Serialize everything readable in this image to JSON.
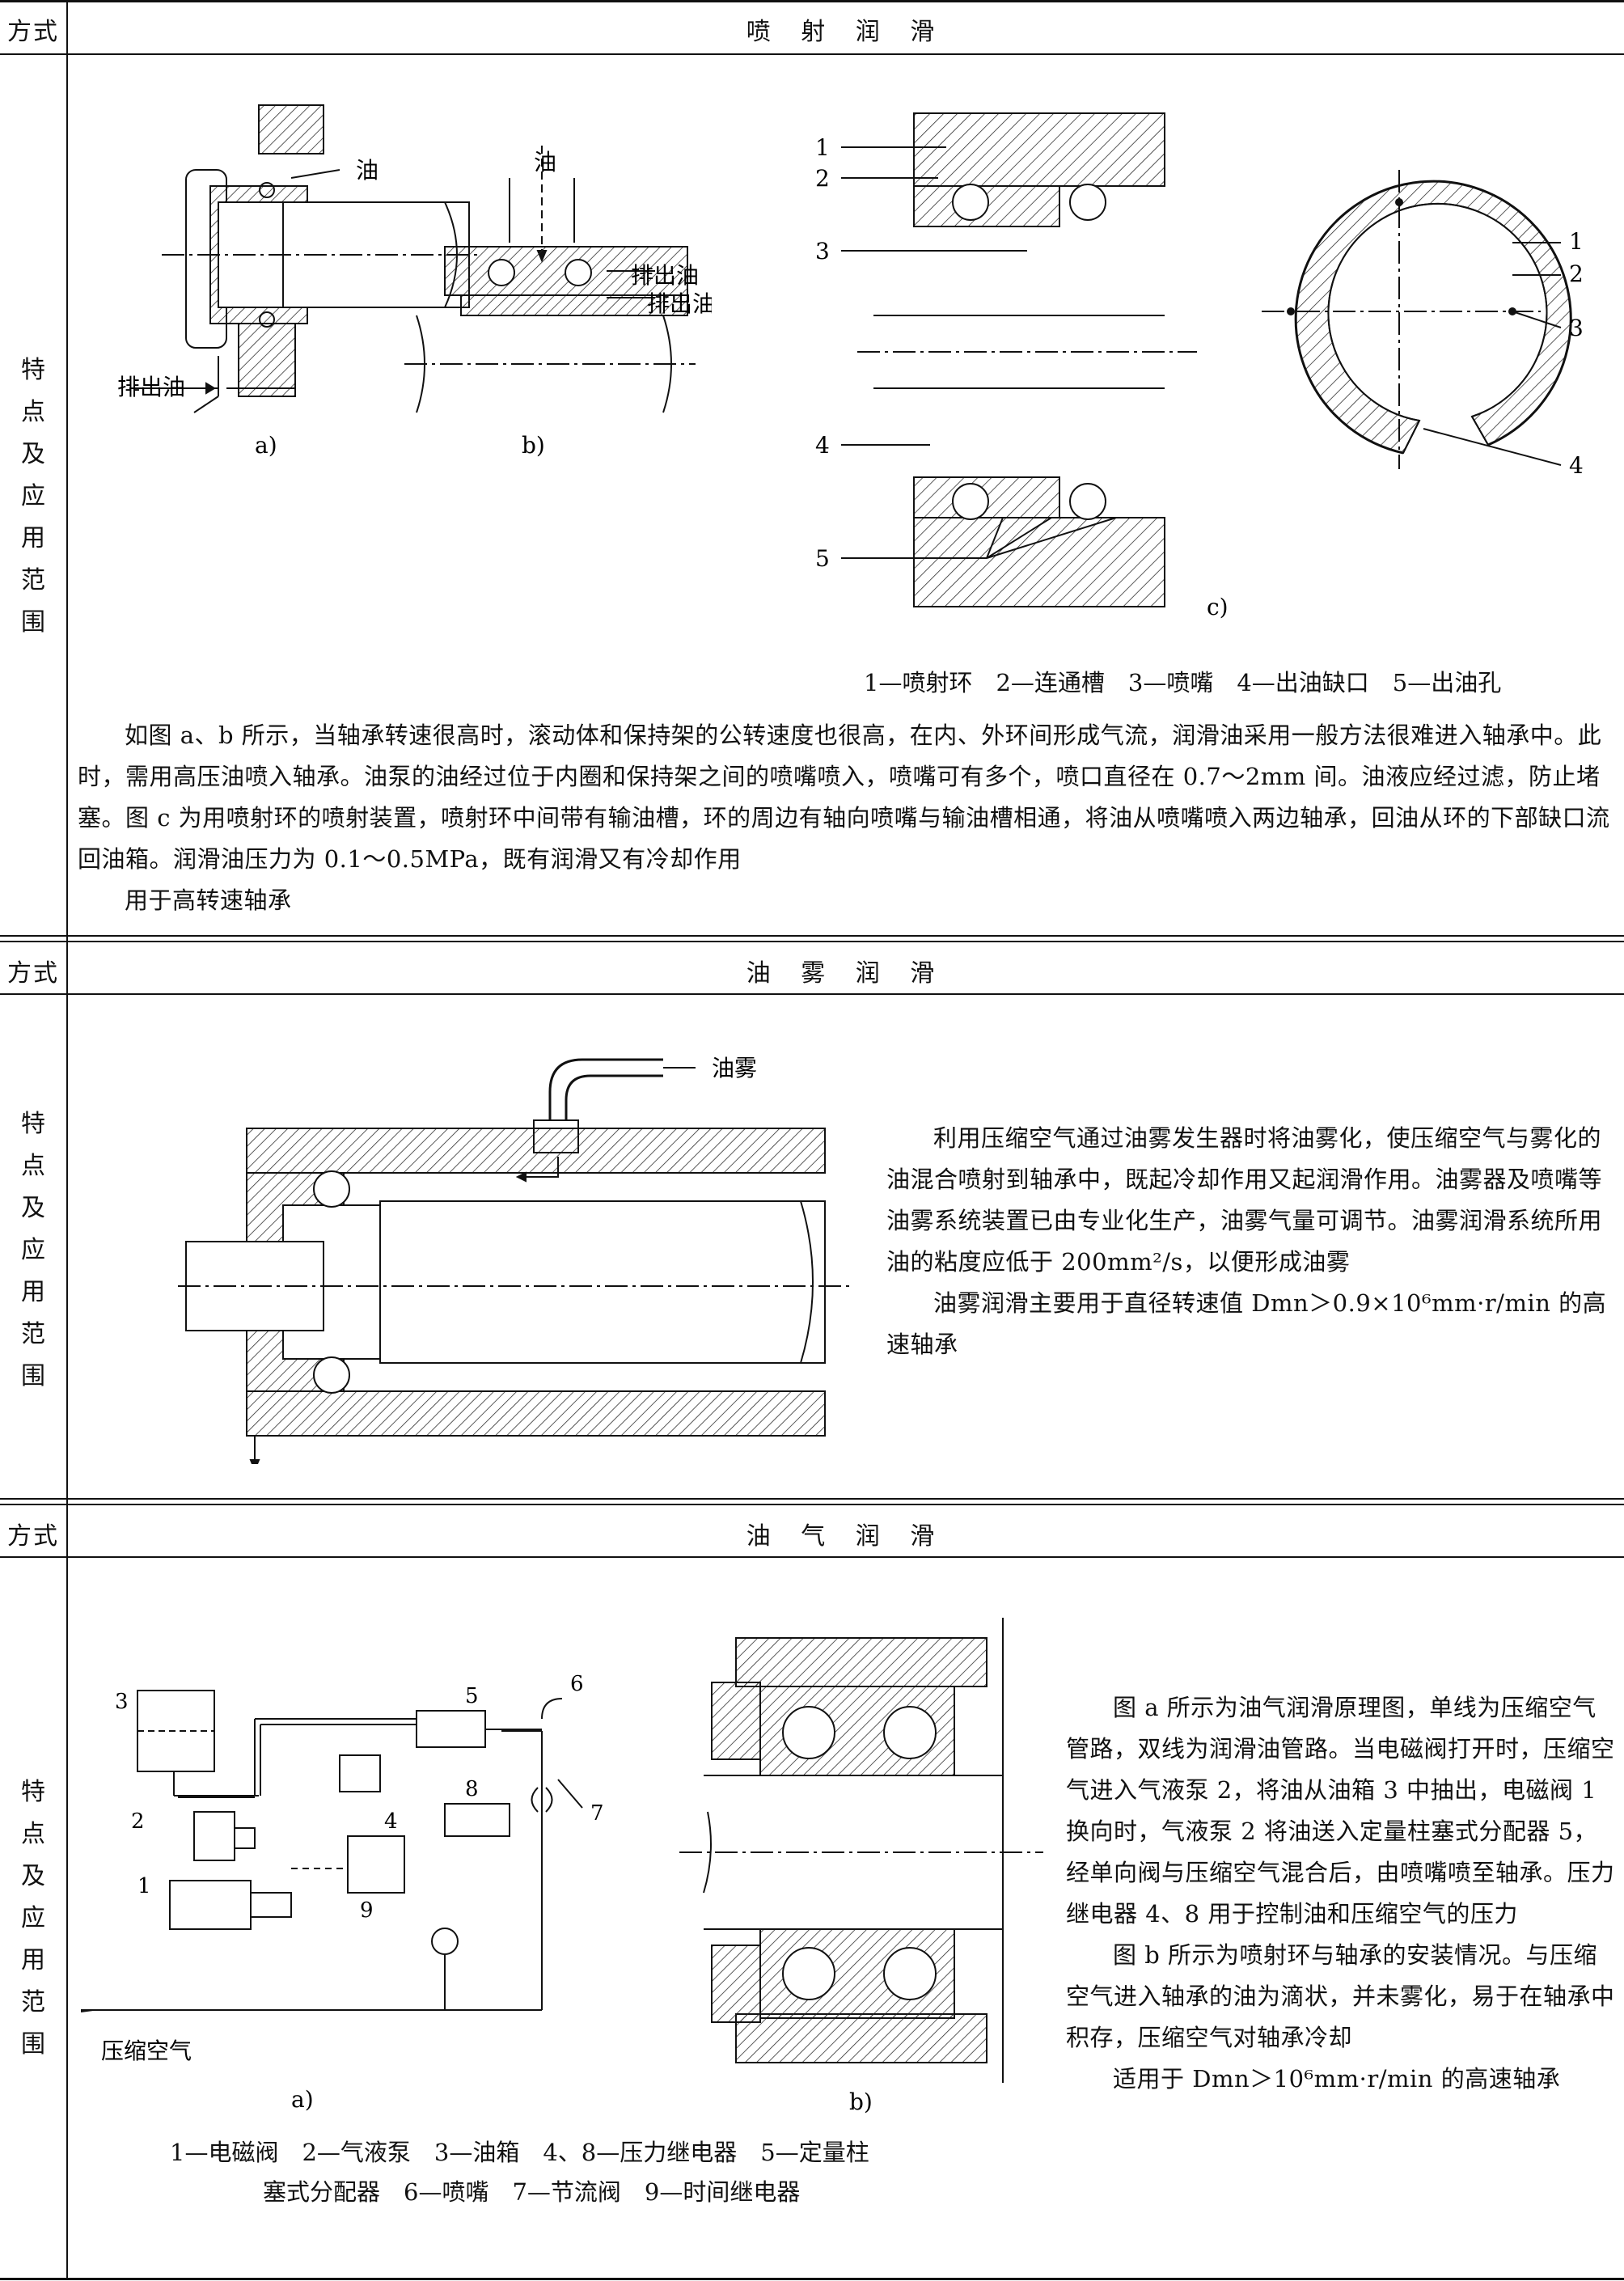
{
  "sections": [
    {
      "header_left": "方式",
      "title": "喷 射 润 滑",
      "side_label": "特\n点\n及\n应\n用\n范\n围",
      "figure_labels": {
        "a": "a)",
        "b": "b)",
        "c": "c)",
        "oil": "油",
        "drain": "排出油"
      },
      "legend": "1—喷射环　2—连通槽　3—喷嘴　4—出油缺口　5—出油孔",
      "paragraphs": [
        "如图 a、b 所示，当轴承转速很高时，滚动体和保持架的公转速度也很高，在内、外环间形成气流，润滑油采用一般方法很难进入轴承中。此时，需用高压油喷入轴承。油泵的油经过位于内圈和保持架之间的喷嘴喷入，喷嘴可有多个，喷口直径在 0.7～2mm 间。油液应经过滤，防止堵塞。图 c 为用喷射环的喷射装置，喷射环中间带有输油槽，环的周边有轴向喷嘴与输油槽相通，将油从喷嘴喷入两边轴承，回油从环的下部缺口流回油箱。润滑油压力为 0.1～0.5MPa，既有润滑又有冷却作用",
        "用于高转速轴承"
      ]
    },
    {
      "header_left": "方式",
      "title": "油 雾 润 滑",
      "side_label": "特\n点\n及\n应\n用\n范\n围",
      "figure_labels": {
        "mist": "油雾"
      },
      "paragraphs": [
        "利用压缩空气通过油雾发生器时将油雾化，使压缩空气与雾化的油混合喷射到轴承中，既起冷却作用又起润滑作用。油雾器及喷嘴等油雾系统装置已由专业化生产，油雾气量可调节。油雾润滑系统所用油的粘度应低于 200mm²/s，以便形成油雾",
        "油雾润滑主要用于直径转速值 Dmn＞0.9×10⁶mm·r/min 的高速轴承"
      ]
    },
    {
      "header_left": "方式",
      "title": "油 气 润 滑",
      "side_label": "特\n点\n及\n应\n用\n范\n围",
      "figure_labels": {
        "a": "a)",
        "b": "b)",
        "air": "压缩空气"
      },
      "legend_lines": [
        "1—电磁阀　2—气液泵　3—油箱　4、8—压力继电器　5—定量柱",
        "塞式分配器　6—喷嘴　7—节流阀　9—时间继电器"
      ],
      "paragraphs": [
        "图 a 所示为油气润滑原理图，单线为压缩空气管路，双线为润滑油管路。当电磁阀打开时，压缩空气进入气液泵 2，将油从油箱 3 中抽出，电磁阀 1 换向时，气液泵 2 将油送入定量柱塞式分配器 5，经单向阀与压缩空气混合后，由喷嘴喷至轴承。压力继电器 4、8 用于控制油和压缩空气的压力",
        "图 b 所示为喷射环与轴承的安装情况。与压缩空气进入轴承的油为滴状，并未雾化，易于在轴承中积存，压缩空气对轴承冷却",
        "适用于 Dmn＞10⁶mm·r/min 的高速轴承"
      ]
    }
  ]
}
